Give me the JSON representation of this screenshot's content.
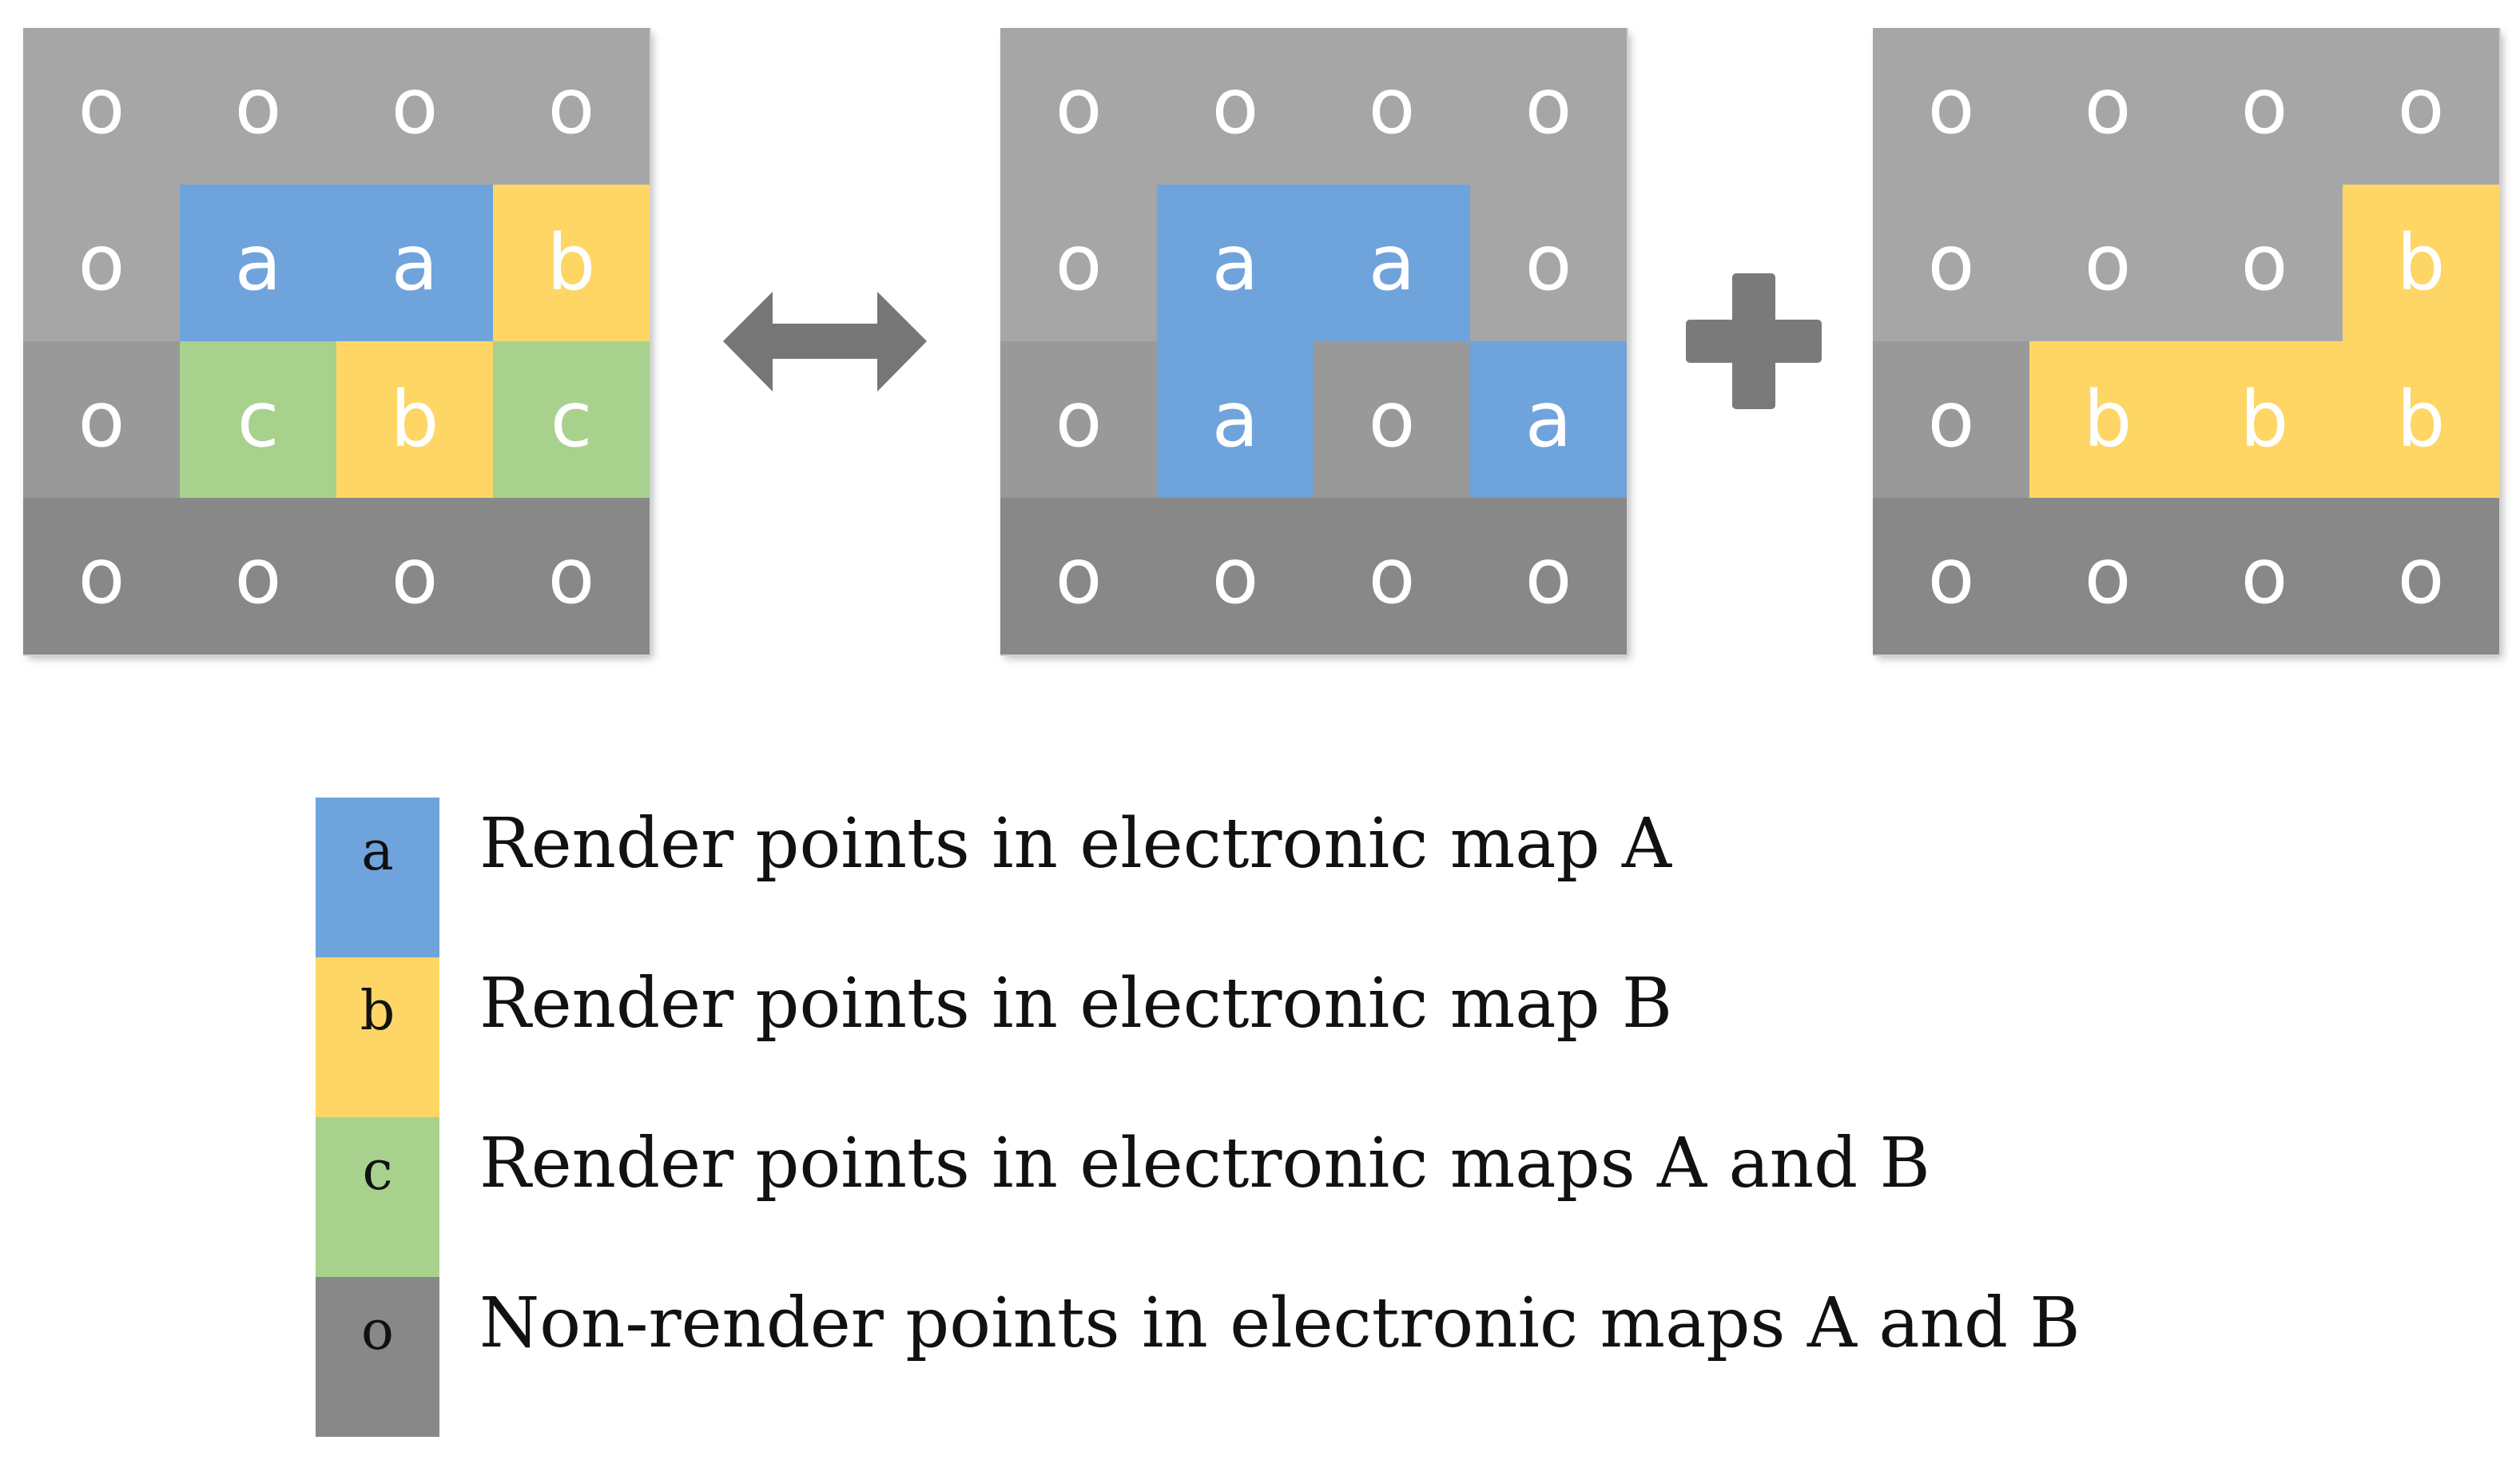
{
  "colors": {
    "a": "#6fa3dc",
    "b": "#fdd665",
    "c": "#a8d18e",
    "o_light": "#a6a6a6",
    "o_mid": "#999999",
    "o_dark": "#888888",
    "grid_line": "#d2d2d2",
    "arrow": "#767676",
    "plus": "#7a7a7a"
  },
  "grids": [
    {
      "id": "combined-map",
      "cells": [
        [
          "o",
          "o",
          "o",
          "o"
        ],
        [
          "o",
          "a",
          "a",
          "b"
        ],
        [
          "o",
          "c",
          "b",
          "c"
        ],
        [
          "o",
          "o",
          "o",
          "o"
        ]
      ]
    },
    {
      "id": "map-a",
      "cells": [
        [
          "o",
          "o",
          "o",
          "o"
        ],
        [
          "o",
          "a",
          "a",
          "o"
        ],
        [
          "o",
          "a",
          "o",
          "a"
        ],
        [
          "o",
          "o",
          "o",
          "o"
        ]
      ]
    },
    {
      "id": "map-b",
      "cells": [
        [
          "o",
          "o",
          "o",
          "o"
        ],
        [
          "o",
          "o",
          "o",
          "b"
        ],
        [
          "o",
          "b",
          "b",
          "b"
        ],
        [
          "o",
          "o",
          "o",
          "o"
        ]
      ]
    }
  ],
  "operators": {
    "equivalence": "double-arrow-icon",
    "addition": "plus-icon"
  },
  "legend": [
    {
      "symbol": "a",
      "label": "Render points in electronic map A"
    },
    {
      "symbol": "b",
      "label": "Render points in electronic map B"
    },
    {
      "symbol": "c",
      "label": "Render points in electronic maps A and B"
    },
    {
      "symbol": "o",
      "label": "Non-render points in electronic maps A and B"
    }
  ]
}
